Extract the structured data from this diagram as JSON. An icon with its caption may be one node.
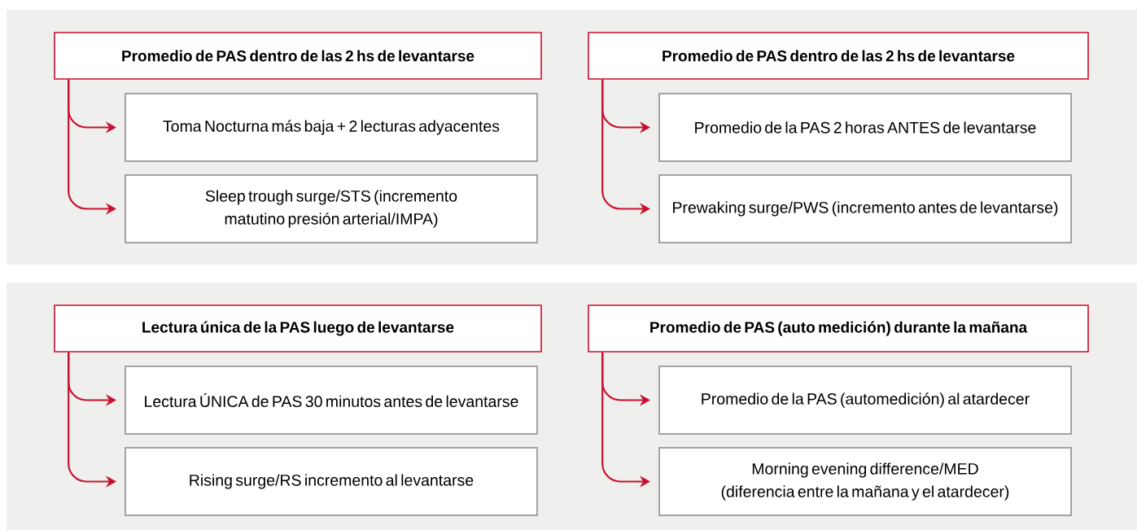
{
  "diagram": {
    "nodes": [
      {
        "text": [
          "Promedio de PAS dentro de las 2 hs de levantarse"
        ]
      },
      {
        "text": [
          "Toma Nocturna más baja + 2 lecturas adyacentes"
        ]
      },
      {
        "text": [
          "Sleep trough surge/STS (incremento matutino presión arterial/IMPA)"
        ]
      },
      {
        "text": [
          "Promedio de PAS dentro de las 2 hs de levantarse"
        ]
      },
      {
        "text": [
          "Promedio de la PAS 2 horas ANTES de levantarse"
        ]
      },
      {
        "text": [
          "Prewaking surge/PWS (incremento antes de levantarse)"
        ]
      },
      {
        "text": [
          "Lectura única de la PAS luego de levantarse"
        ]
      },
      {
        "text": [
          "Lectura ÚNICA de PAS 30 minutos antes de levantarse"
        ]
      },
      {
        "text": [
          "Rising surge/RS incremento al levantarse"
        ]
      },
      {
        "text": [
          "Promedio de PAS (auto medición) durante la mañana"
        ]
      },
      {
        "text": [
          "Promedio de la PAS (automedición) al atardecer"
        ]
      },
      {
        "text": [
          "Morning evening difference/MED (diferencia entre la mañana y el atardecer)"
        ]
      }
    ],
    "edges": [
      {
        "from": 0,
        "to": 1,
        "arrow": "to"
      },
      {
        "from": 0,
        "to": 2,
        "arrow": "to"
      },
      {
        "from": 3,
        "to": 4,
        "arrow": "to"
      },
      {
        "from": 3,
        "to": 5,
        "arrow": "to"
      },
      {
        "from": 6,
        "to": 7,
        "arrow": "to"
      },
      {
        "from": 6,
        "to": 8,
        "arrow": "to"
      },
      {
        "from": 9,
        "to": 10,
        "arrow": "to"
      },
      {
        "from": 9,
        "to": 11,
        "arrow": "to"
      }
    ]
  }
}
